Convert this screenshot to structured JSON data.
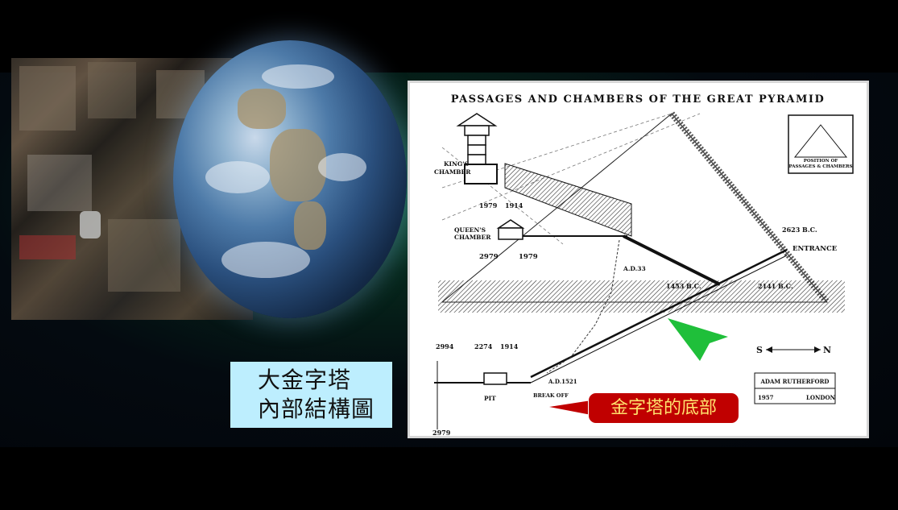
{
  "title_box": {
    "line1": "大金字塔",
    "line2": "內部結構圖"
  },
  "caption": "金字塔的底部",
  "diagram": {
    "title": "PASSAGES AND CHAMBERS OF THE GREAT PYRAMID",
    "inset_label_1": "POSITION OF",
    "inset_label_2": "PASSAGES & CHAMBERS",
    "kings_chamber_1": "KING'S",
    "kings_chamber_2": "CHAMBER",
    "queens_chamber_1": "QUEEN'S",
    "queens_chamber_2": "CHAMBER",
    "date_1979a": "1979",
    "date_1914a": "1914",
    "date_2979a": "2979",
    "date_1979b": "1979",
    "date_ad33": "A.D.33",
    "date_1453": "1453 B.C.",
    "date_2141": "2141 B.C.",
    "date_2623": "2623 B.C.",
    "entrance": "ENTRANCE",
    "date_2994": "2994",
    "date_2274": "2274",
    "date_1914b": "1914",
    "date_ad1521": "A.D.1521",
    "pit": "PIT",
    "break_off": "BREAK OFF",
    "date_2979b": "2979",
    "compass_s": "S",
    "compass_n": "N",
    "author": "ADAM RUTHERFORD",
    "year": "1957",
    "city": "LONDON"
  },
  "colors": {
    "title_box_bg": "#bdeefe",
    "caption_bg": "#c00000",
    "caption_text": "#ffe36e",
    "arrow": "#1fbf3a"
  }
}
